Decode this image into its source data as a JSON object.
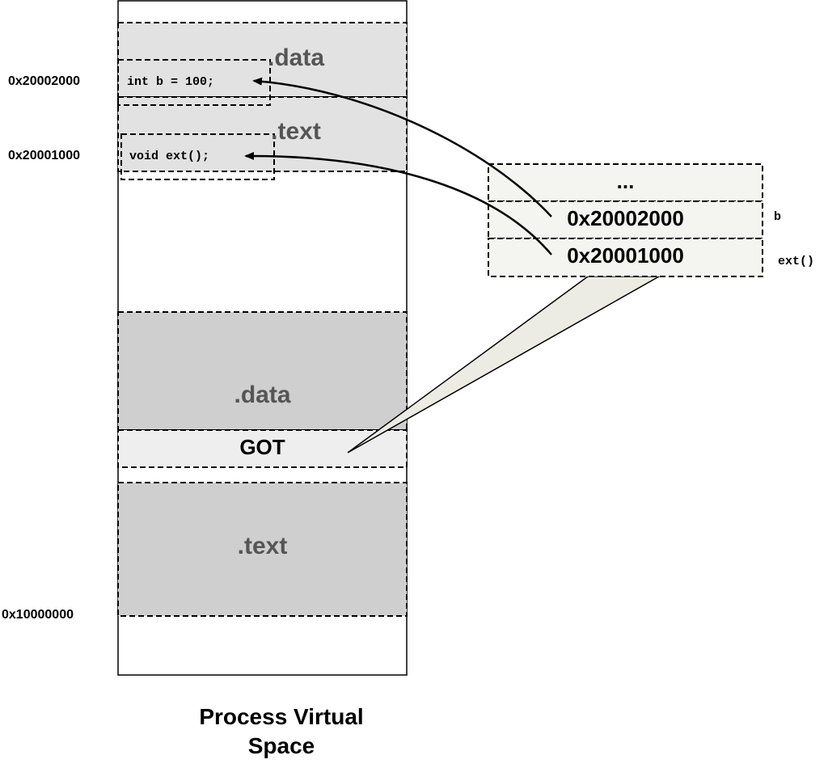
{
  "addresses": {
    "data_addr": "0x20002000",
    "text_addr": "0x20001000",
    "base_addr": "0x10000000"
  },
  "shared_lib": {
    "data_label": ".data",
    "text_label": ".text",
    "data_code": "int b = 100;",
    "text_code": "void ext();"
  },
  "executable": {
    "data_label": ".data",
    "got_label": "GOT",
    "text_label": ".text"
  },
  "got_table": {
    "ellipsis": "...",
    "entries": [
      {
        "value": "0x20002000",
        "symbol": "b"
      },
      {
        "value": "0x20001000",
        "symbol": "ext()"
      }
    ]
  },
  "caption": "Process Virtual Space",
  "colors": {
    "light_gray": "#e2e2e2",
    "mid_gray": "#cfcfcf",
    "got_fill": "#eeeeee",
    "table_fill": "#f4f4f0",
    "callout_fill": "#ecece4"
  }
}
